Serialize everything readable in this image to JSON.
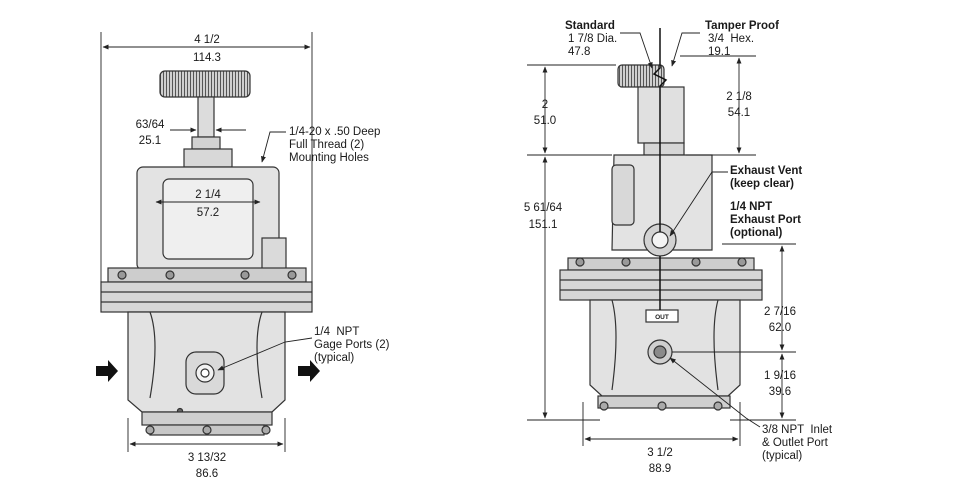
{
  "left_view": {
    "overall_width": {
      "in": "4 1/2",
      "mm": "114.3"
    },
    "stem_width": {
      "in": "63/64",
      "mm": "25.1"
    },
    "mounting_holes": [
      "1/4-20 x .50 Deep",
      "Full Thread (2)",
      "Mounting Holes"
    ],
    "bonnet_width": {
      "in": "2 1/4",
      "mm": "57.2"
    },
    "gage_ports": [
      "1/4  NPT",
      "Gage Ports (2)",
      "(typical)"
    ],
    "body_width": {
      "in": "3 13/32",
      "mm": "86.6"
    }
  },
  "right_view": {
    "standard": [
      "Standard",
      "1 7/8 Dia.",
      "47.8"
    ],
    "tamper_proof": [
      "Tamper Proof",
      "3/4  Hex.",
      "19.1"
    ],
    "knob_height": {
      "in": "2",
      "mm": "51.0"
    },
    "stem_height": {
      "in": "2 1/8",
      "mm": "54.1"
    },
    "exhaust_vent": [
      "Exhaust Vent",
      "(keep clear)"
    ],
    "body_height": {
      "in": "5 61/64",
      "mm": "151.1"
    },
    "exhaust_port": [
      "1/4 NPT",
      "Exhaust Port",
      "(optional)"
    ],
    "flange_to_port": {
      "in": "2 7/16",
      "mm": "62.0"
    },
    "port_to_bottom": {
      "in": "1 9/16",
      "mm": "39.6"
    },
    "out_marking": "OUT",
    "inlet_outlet": [
      "3/8 NPT  Inlet",
      "& Outlet Port",
      "(typical)"
    ],
    "body_width": {
      "in": "3 1/2",
      "mm": "88.9"
    }
  }
}
